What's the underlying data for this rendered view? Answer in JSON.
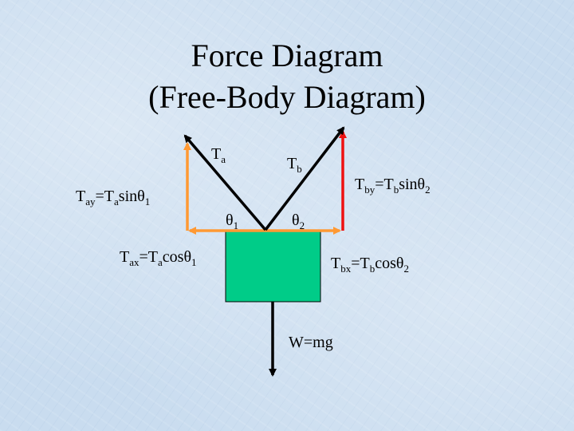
{
  "title": {
    "line1": "Force Diagram",
    "line2": "(Free-Body Diagram)"
  },
  "colors": {
    "background": "#c9dcef",
    "block": "#00cc88",
    "tension_vector": "#000000",
    "x_component": "#ff9933",
    "y_component": "#ee1111",
    "weight_vector": "#000000"
  },
  "labels": {
    "ta": {
      "main": "T",
      "sub": "a"
    },
    "tb": {
      "main": "T",
      "sub": "b"
    },
    "tay": {
      "t1": "T",
      "s1": "ay",
      "t2": "=T",
      "s2": "a",
      "t3": "sinθ",
      "s3": "1"
    },
    "tby": {
      "t1": "T",
      "s1": "by",
      "t2": "=T",
      "s2": "b",
      "t3": "sinθ",
      "s3": "2"
    },
    "tax": {
      "t1": "T",
      "s1": "ax",
      "t2": "=T",
      "s2": "a",
      "t3": "cosθ",
      "s3": "1"
    },
    "tbx": {
      "t1": "T",
      "s1": "bx",
      "t2": "=T",
      "s2": "b",
      "t3": "cosθ",
      "s3": "2"
    },
    "theta1": {
      "main": "θ",
      "sub": "1"
    },
    "theta2": {
      "main": "θ",
      "sub": "2"
    },
    "weight": "W=mg"
  }
}
